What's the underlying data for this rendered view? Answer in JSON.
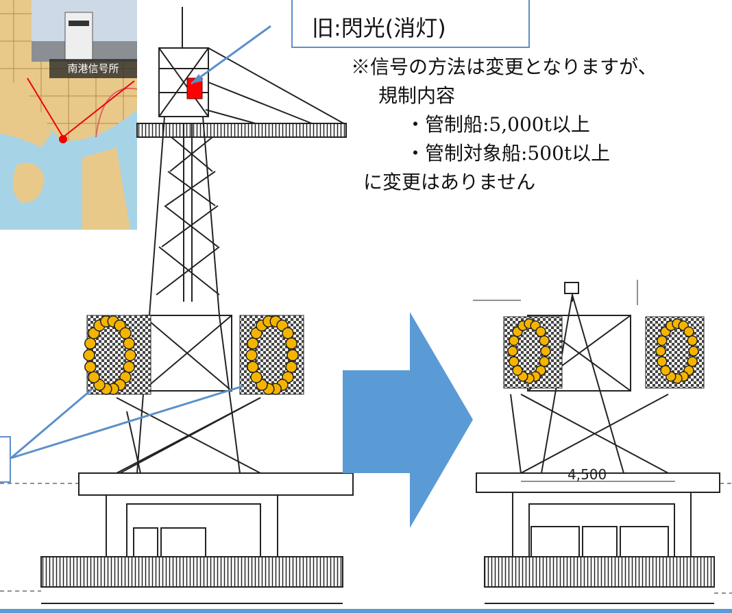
{
  "callout_old": "旧:閃光(消灯)",
  "map_label": "南港信号所",
  "dimension_label": "4,500",
  "note": {
    "line1": "※信号の方法は変更となりますが、",
    "line2": "規制内容",
    "line3": "・管制船:5,000t以上",
    "line4": "・管制対象船:500t以上",
    "line5": "に変更はありません"
  },
  "colors": {
    "arrow": "#5b9bd5",
    "lamp": "#f5b400",
    "old_light": "#ff0000",
    "callout_border": "#5b8fc9",
    "map_land": "#e8c98a",
    "map_water": "#a7d3e6"
  }
}
